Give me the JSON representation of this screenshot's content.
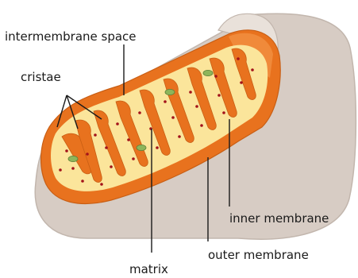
{
  "labels": {
    "intermembrane_space": "intermembrane space",
    "cristae": "cristae",
    "inner_membrane": "inner membrane",
    "outer_membrane": "outer membrane",
    "matrix": "matrix"
  },
  "colors": {
    "outer_membrane_fill": "#d7ccc4",
    "outer_membrane_stroke": "#c2b6ad",
    "inner_membrane": "#e8721e",
    "inner_membrane_dark": "#c85e14",
    "matrix": "#fbe59b",
    "matrix_light": "#fdf0bd",
    "granule": "#a3121a",
    "ribosome": "#8db55a",
    "leader_line": "#1a1a1a"
  }
}
